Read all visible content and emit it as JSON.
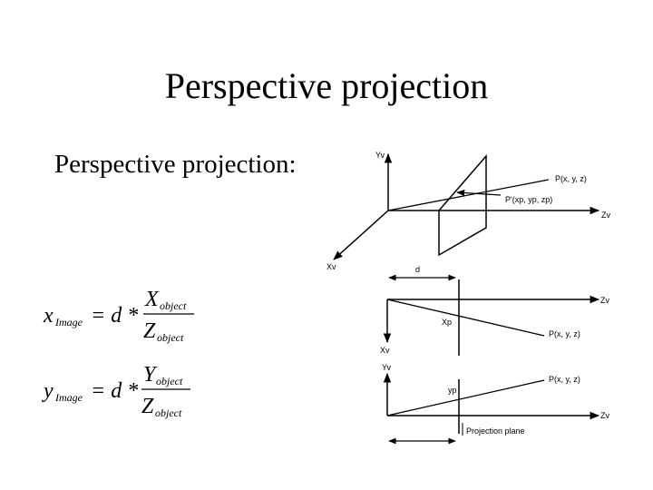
{
  "title": "Perspective projection",
  "subtitle": "Perspective projection:",
  "diagram_3d": {
    "axis_y": "Yv",
    "axis_x": "Xv",
    "axis_z": "Zv",
    "point_p": "P(x, y, z)",
    "point_proj": "P'(xp, yp, zp)"
  },
  "diagram_top": {
    "dim_d": "d",
    "axis_z": "Zv",
    "label_xp": "Xp",
    "point_p": "P(x, y, z)",
    "axis_x": "Xv"
  },
  "diagram_side": {
    "axis_y": "Yv",
    "point_p": "P(x, y, z)",
    "label_yp": "yp",
    "axis_z": "Zv",
    "plane_label": "Projection plane"
  },
  "formula_x": {
    "lhs_var": "x",
    "lhs_sub": "Image",
    "eq": "= d *",
    "num_var": "X",
    "num_sub": "object",
    "den_var": "Z",
    "den_sub": "object"
  },
  "formula_y": {
    "lhs_var": "y",
    "lhs_sub": "Image",
    "eq": "= d *",
    "num_var": "Y",
    "num_sub": "object",
    "den_var": "Z",
    "den_sub": "object"
  }
}
